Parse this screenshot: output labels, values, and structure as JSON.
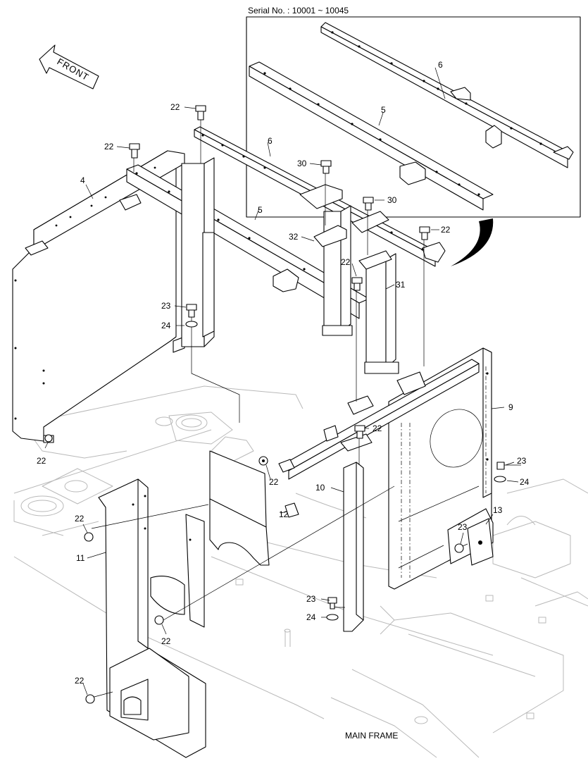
{
  "inset": {
    "serial_text": "Serial No. : 10001 ~ 10045"
  },
  "direction_arrow": {
    "label": "FRONT"
  },
  "footer": {
    "main_frame_label": "MAIN FRAME"
  },
  "callouts": [
    {
      "id": "c-6-inset",
      "text": "6"
    },
    {
      "id": "c-5-inset",
      "text": "5"
    },
    {
      "id": "c-22-a",
      "text": "22"
    },
    {
      "id": "c-22-b",
      "text": "22"
    },
    {
      "id": "c-6",
      "text": "6"
    },
    {
      "id": "c-4",
      "text": "4"
    },
    {
      "id": "c-30-a",
      "text": "30"
    },
    {
      "id": "c-30-b",
      "text": "30"
    },
    {
      "id": "c-5",
      "text": "5"
    },
    {
      "id": "c-32",
      "text": "32"
    },
    {
      "id": "c-22-c",
      "text": "22"
    },
    {
      "id": "c-22-d",
      "text": "22"
    },
    {
      "id": "c-31",
      "text": "31"
    },
    {
      "id": "c-23-a",
      "text": "23"
    },
    {
      "id": "c-24-a",
      "text": "24"
    },
    {
      "id": "c-9",
      "text": "9"
    },
    {
      "id": "c-22-e",
      "text": "22"
    },
    {
      "id": "c-22-f",
      "text": "22"
    },
    {
      "id": "c-22-g",
      "text": "22"
    },
    {
      "id": "c-23-b",
      "text": "23"
    },
    {
      "id": "c-24-b",
      "text": "24"
    },
    {
      "id": "c-10",
      "text": "10"
    },
    {
      "id": "c-12",
      "text": "12"
    },
    {
      "id": "c-13",
      "text": "13"
    },
    {
      "id": "c-22-h",
      "text": "22"
    },
    {
      "id": "c-23-c",
      "text": "23"
    },
    {
      "id": "c-11",
      "text": "11"
    },
    {
      "id": "c-23-d",
      "text": "23"
    },
    {
      "id": "c-24-c",
      "text": "24"
    },
    {
      "id": "c-22-i",
      "text": "22"
    },
    {
      "id": "c-22-j",
      "text": "22"
    }
  ]
}
